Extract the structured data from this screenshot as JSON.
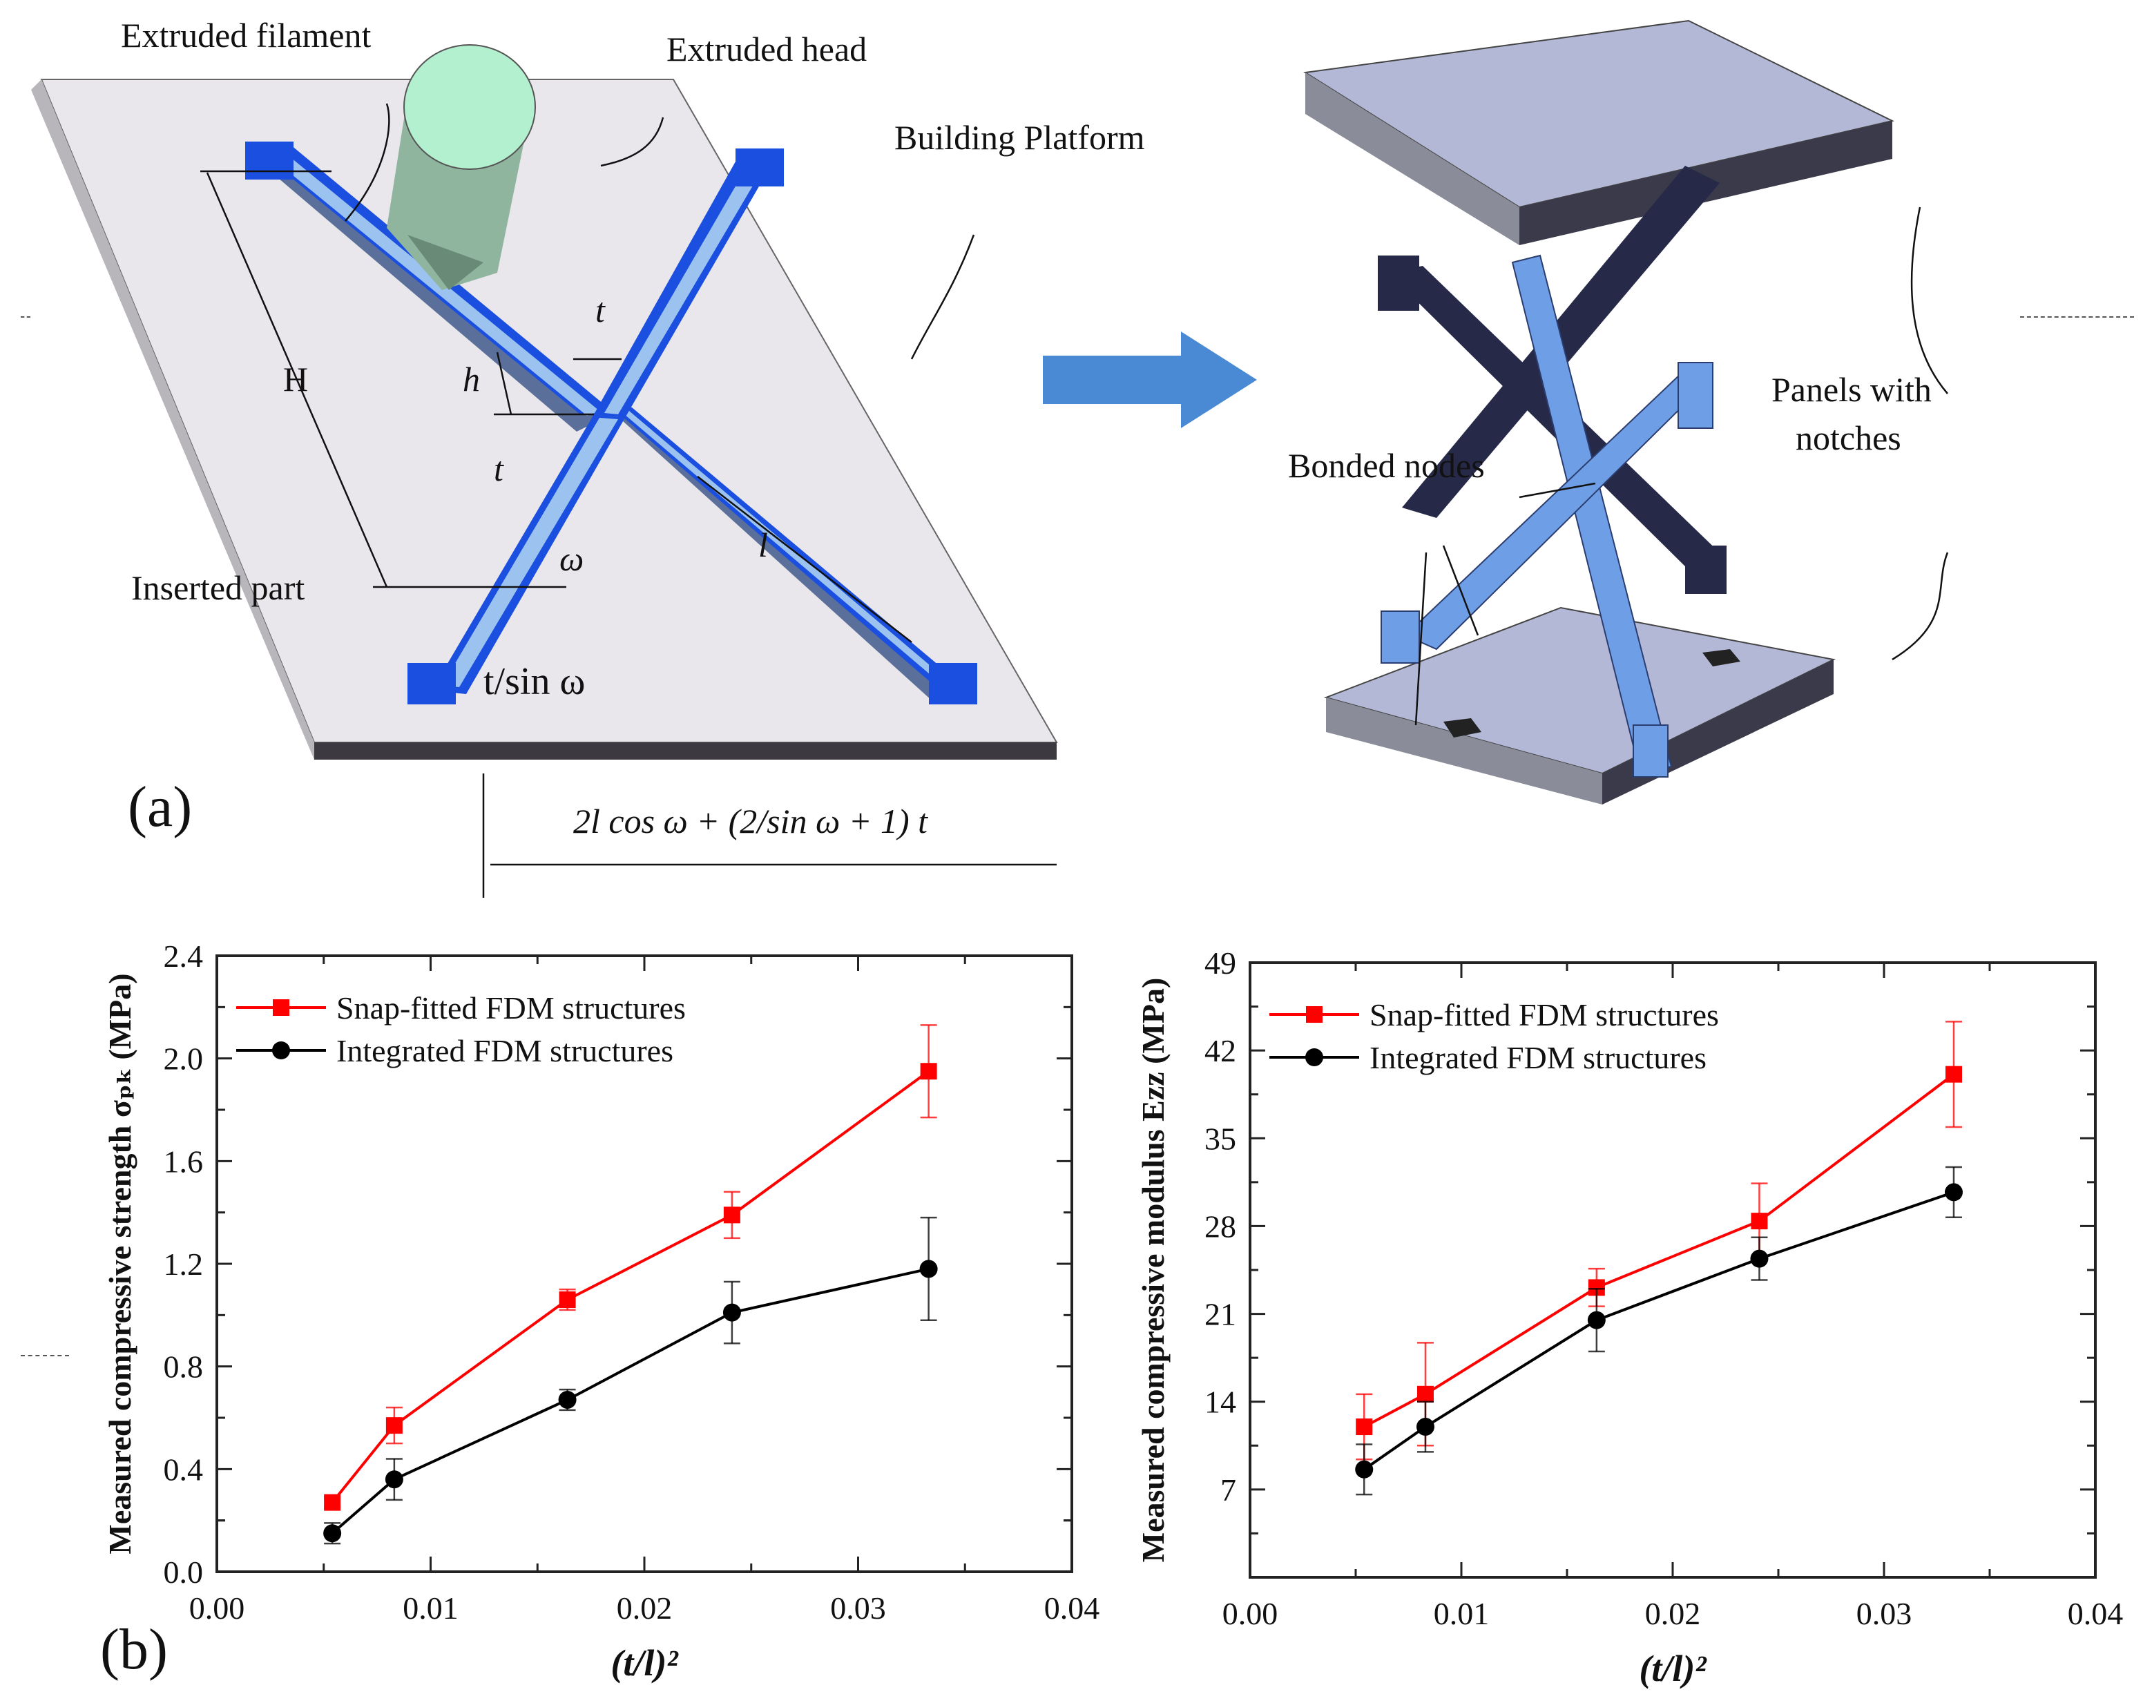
{
  "figure": {
    "panel_a": {
      "letter": "(a)",
      "left_diagram": {
        "labels": {
          "extruded_filament": "Extruded filament",
          "extruded_head": "Extruded head",
          "building_platform": "Building Platform",
          "inserted_part": "Inserted part",
          "H": "H",
          "h": "h",
          "t_top": "t",
          "t_left": "t",
          "l": "l",
          "omega": "ω",
          "t_sin_omega": "t/sin ω",
          "width_formula": "2l cos ω + (2/sin ω + 1) t"
        }
      },
      "right_diagram": {
        "labels": {
          "bonded_nodes": "Bonded nodes",
          "panels_with_notches_line1": "Panels with",
          "panels_with_notches_line2": "notches"
        }
      },
      "arrow": "right-arrow"
    },
    "panel_b": {
      "letter": "(b)"
    },
    "colors": {
      "snap_fitted": "#ff0000",
      "integrated": "#000000",
      "strut_blue": "#1a4fe0",
      "strut_light": "#9cc3f0",
      "platform": "#e6e3ea",
      "panel": "#b3b8d6",
      "arrow": "#4a8ad4"
    }
  },
  "chart_data": [
    {
      "type": "line",
      "title": "",
      "xlabel": "(t/l)^2",
      "ylabel": "Measured compressive strength σ_pk (MPa)",
      "xlim": [
        0.0,
        0.04
      ],
      "ylim": [
        0.0,
        2.4
      ],
      "x_ticks": [
        "0.00",
        "0.01",
        "0.02",
        "0.03",
        "0.04"
      ],
      "y_ticks": [
        "0.0",
        "0.4",
        "0.8",
        "1.2",
        "1.6",
        "2.0",
        "2.4"
      ],
      "legend_position": "upper-left",
      "grid": false,
      "x": [
        0.0054,
        0.0083,
        0.0164,
        0.0241,
        0.0333
      ],
      "series": [
        {
          "name": "Snap-fitted FDM structures",
          "marker": "square",
          "color": "#ff0000",
          "values": [
            0.27,
            0.57,
            1.06,
            1.39,
            1.95
          ],
          "error": [
            0.02,
            0.07,
            0.04,
            0.09,
            0.18
          ]
        },
        {
          "name": "Integrated FDM structures",
          "marker": "circle",
          "color": "#000000",
          "values": [
            0.15,
            0.36,
            0.67,
            1.01,
            1.18
          ],
          "error": [
            0.04,
            0.08,
            0.04,
            0.12,
            0.2
          ]
        }
      ]
    },
    {
      "type": "line",
      "title": "",
      "xlabel": "(t/l)^2",
      "ylabel": "Measured compressive modulus E_ZZ (MPa)",
      "xlim": [
        0.0,
        0.04
      ],
      "ylim": [
        0,
        49
      ],
      "x_ticks": [
        "0.00",
        "0.01",
        "0.02",
        "0.03",
        "0.04"
      ],
      "y_ticks": [
        "7",
        "14",
        "21",
        "28",
        "35",
        "42",
        "49"
      ],
      "legend_position": "upper-left",
      "grid": false,
      "x": [
        0.0054,
        0.0083,
        0.0164,
        0.0241,
        0.0333
      ],
      "series": [
        {
          "name": "Snap-fitted FDM structures",
          "marker": "square",
          "color": "#ff0000",
          "values": [
            12.0,
            14.6,
            23.1,
            28.4,
            40.1
          ],
          "error": [
            2.6,
            4.1,
            1.5,
            3.0,
            4.2
          ]
        },
        {
          "name": "Integrated FDM structures",
          "marker": "circle",
          "color": "#000000",
          "values": [
            8.6,
            12.0,
            20.5,
            25.4,
            30.7
          ],
          "error": [
            2.0,
            2.0,
            2.5,
            1.7,
            2.0
          ]
        }
      ]
    }
  ]
}
